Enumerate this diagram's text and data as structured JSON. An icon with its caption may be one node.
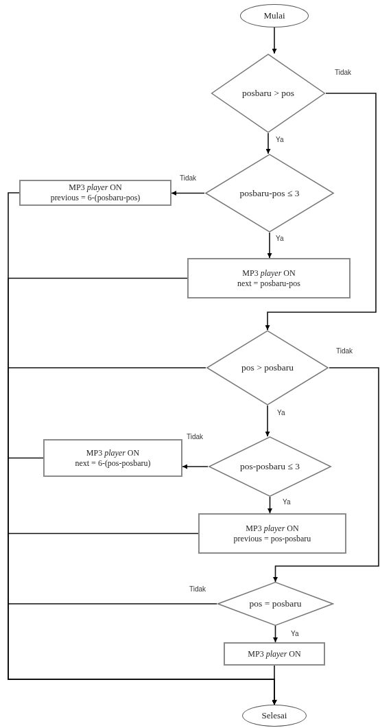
{
  "diagram": {
    "nodes": [
      {
        "text": [
          "Mulai"
        ]
      },
      {
        "text": [
          "posbaru > pos"
        ]
      },
      {
        "text": [
          "posbaru-pos ≤ 3"
        ]
      },
      {
        "text": [
          "MP3 *player* ON",
          "previous = 6-(posbaru-pos)"
        ]
      },
      {
        "text": [
          "MP3 *player* ON",
          "next = posbaru-pos"
        ]
      },
      {
        "text": [
          "pos > posbaru"
        ]
      },
      {
        "text": [
          "pos-posbaru ≤ 3"
        ]
      },
      {
        "text": [
          "MP3 *player* ON",
          "next = 6-(pos-posbaru)"
        ]
      },
      {
        "text": [
          "MP3 *player* ON",
          "previous = pos-posbaru"
        ]
      },
      {
        "text": [
          "pos = posbaru"
        ]
      },
      {
        "text": [
          "MP3 *player* ON"
        ]
      },
      {
        "text": [
          "Selesai"
        ]
      }
    ],
    "edges": [
      {
        "from": 0,
        "to": 1,
        "arrow": "to"
      },
      {
        "from": 1,
        "to": 2,
        "arrow": "to",
        "label": "Ya"
      },
      {
        "from": 1,
        "to": 5,
        "arrow": "to",
        "label": "Tidak"
      },
      {
        "from": 2,
        "to": 3,
        "arrow": "to",
        "label": "Tidak"
      },
      {
        "from": 2,
        "to": 4,
        "arrow": "to",
        "label": "Ya"
      },
      {
        "from": 3,
        "to": 11,
        "arrow": "to"
      },
      {
        "from": 4,
        "to": 11,
        "arrow": "to"
      },
      {
        "from": 5,
        "to": 11,
        "arrow": "to"
      },
      {
        "from": 5,
        "to": 6,
        "arrow": "to",
        "label": "Ya"
      },
      {
        "from": 5,
        "to": 9,
        "arrow": "to",
        "label": "Tidak"
      },
      {
        "from": 6,
        "to": 7,
        "arrow": "to",
        "label": "Tidak"
      },
      {
        "from": 6,
        "to": 8,
        "arrow": "to",
        "label": "Ya"
      },
      {
        "from": 7,
        "to": 11,
        "arrow": "to"
      },
      {
        "from": 8,
        "to": 11,
        "arrow": "to"
      },
      {
        "from": 9,
        "to": 11,
        "arrow": "to",
        "label": "Tidak"
      },
      {
        "from": 9,
        "to": 10,
        "arrow": "to",
        "label": "Ya"
      },
      {
        "from": 10,
        "to": 11,
        "arrow": "to"
      }
    ]
  }
}
